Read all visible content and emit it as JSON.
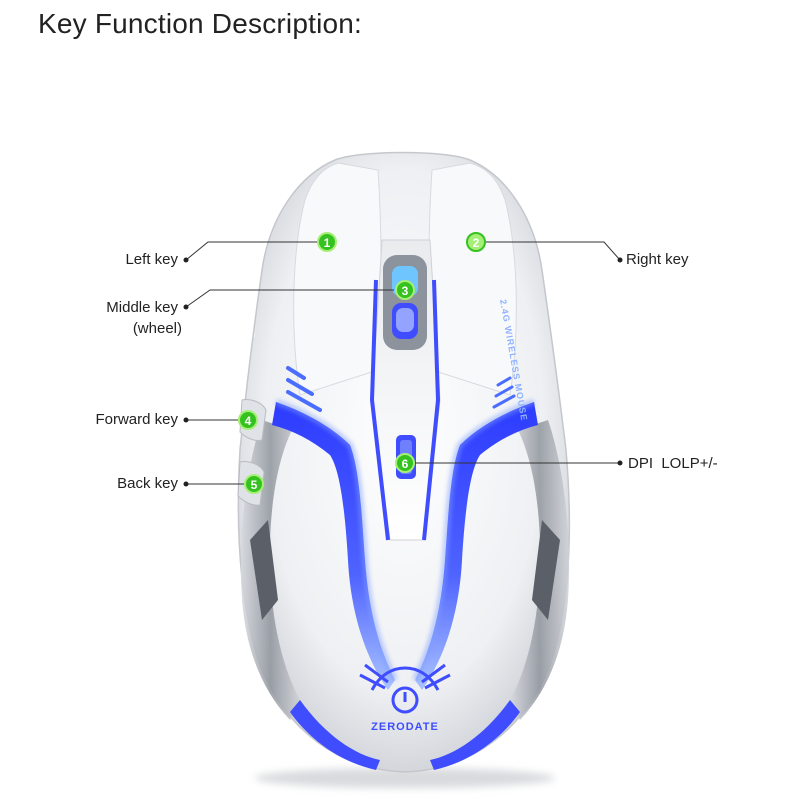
{
  "title": "Key Function Description:",
  "callouts": [
    {
      "number": "1",
      "label": "Left key"
    },
    {
      "number": "2",
      "label": "Right key"
    },
    {
      "number": "3",
      "label": "Middle key",
      "sublabel": "(wheel)"
    },
    {
      "number": "4",
      "label": "Forward key"
    },
    {
      "number": "5",
      "label": "Back key"
    },
    {
      "number": "6",
      "label": "DPI  LOLP+/-"
    }
  ],
  "mouse": {
    "brand": "ZERODATE",
    "side_text": "2.4G WIRELESS MOUSE",
    "body_color": "#f4f5f7",
    "light_color": "#3f4dff",
    "glow_color": "#9fb8ff",
    "grey_color": "#9aa0a8"
  },
  "colors": {
    "badge_green": "#35c21f",
    "badge_green_light": "#a6ef77",
    "line": "#333333"
  }
}
